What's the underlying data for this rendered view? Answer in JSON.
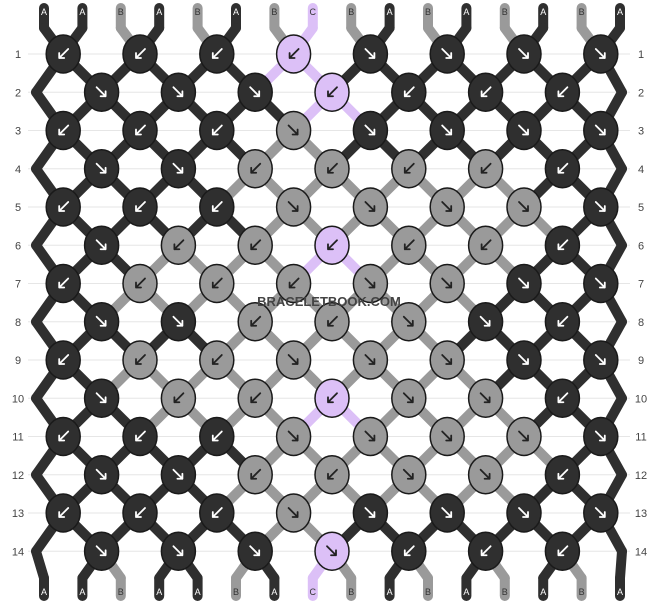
{
  "watermark": "BRACELETBOOK.COM",
  "colors": {
    "A": "#2f2f2f",
    "B": "#9a9a9a",
    "C": "#dcc0f7"
  },
  "strings_top": [
    "A",
    "A",
    "B",
    "A",
    "B",
    "A",
    "B",
    "C",
    "B",
    "A",
    "B",
    "A",
    "B",
    "A",
    "B",
    "A"
  ],
  "strings_bottom": [
    "A",
    "A",
    "B",
    "A",
    "A",
    "B",
    "A",
    "C",
    "B",
    "A",
    "B",
    "A",
    "B",
    "A",
    "B",
    "A"
  ],
  "row_numbers": [
    "1",
    "2",
    "3",
    "4",
    "5",
    "6",
    "7",
    "8",
    "9",
    "10",
    "11",
    "12",
    "13",
    "14"
  ],
  "knots": [
    [
      {
        "c": "A",
        "d": "b"
      },
      {
        "c": "A",
        "d": "b"
      },
      {
        "c": "A",
        "d": "b"
      },
      {
        "c": "C",
        "d": "b"
      },
      {
        "c": "A",
        "d": "f"
      },
      {
        "c": "A",
        "d": "f"
      },
      {
        "c": "A",
        "d": "f"
      },
      {
        "c": "A",
        "d": "f"
      }
    ],
    [
      {
        "c": "A",
        "d": "f"
      },
      {
        "c": "A",
        "d": "f"
      },
      {
        "c": "A",
        "d": "f"
      },
      {
        "c": "C",
        "d": "b"
      },
      {
        "c": "A",
        "d": "b"
      },
      {
        "c": "A",
        "d": "b"
      },
      {
        "c": "A",
        "d": "b"
      }
    ],
    [
      {
        "c": "A",
        "d": "b"
      },
      {
        "c": "A",
        "d": "b"
      },
      {
        "c": "A",
        "d": "b"
      },
      {
        "c": "B",
        "d": "f"
      },
      {
        "c": "A",
        "d": "f"
      },
      {
        "c": "A",
        "d": "f"
      },
      {
        "c": "A",
        "d": "f"
      },
      {
        "c": "A",
        "d": "f"
      }
    ],
    [
      {
        "c": "A",
        "d": "f"
      },
      {
        "c": "A",
        "d": "f"
      },
      {
        "c": "B",
        "d": "b"
      },
      {
        "c": "B",
        "d": "b"
      },
      {
        "c": "B",
        "d": "b"
      },
      {
        "c": "B",
        "d": "b"
      },
      {
        "c": "A",
        "d": "b"
      }
    ],
    [
      {
        "c": "A",
        "d": "b"
      },
      {
        "c": "A",
        "d": "b"
      },
      {
        "c": "A",
        "d": "b"
      },
      {
        "c": "B",
        "d": "f"
      },
      {
        "c": "B",
        "d": "f"
      },
      {
        "c": "B",
        "d": "f"
      },
      {
        "c": "B",
        "d": "f"
      },
      {
        "c": "A",
        "d": "f"
      }
    ],
    [
      {
        "c": "A",
        "d": "f"
      },
      {
        "c": "B",
        "d": "b"
      },
      {
        "c": "B",
        "d": "b"
      },
      {
        "c": "C",
        "d": "b"
      },
      {
        "c": "B",
        "d": "b"
      },
      {
        "c": "B",
        "d": "b"
      },
      {
        "c": "A",
        "d": "b"
      }
    ],
    [
      {
        "c": "A",
        "d": "b"
      },
      {
        "c": "B",
        "d": "b"
      },
      {
        "c": "B",
        "d": "b"
      },
      {
        "c": "B",
        "d": "b"
      },
      {
        "c": "B",
        "d": "f"
      },
      {
        "c": "B",
        "d": "f"
      },
      {
        "c": "A",
        "d": "f"
      },
      {
        "c": "A",
        "d": "f"
      }
    ],
    [
      {
        "c": "A",
        "d": "f"
      },
      {
        "c": "A",
        "d": "f"
      },
      {
        "c": "B",
        "d": "b"
      },
      {
        "c": "B",
        "d": "b"
      },
      {
        "c": "B",
        "d": "f"
      },
      {
        "c": "A",
        "d": "f"
      },
      {
        "c": "A",
        "d": "b"
      }
    ],
    [
      {
        "c": "A",
        "d": "b"
      },
      {
        "c": "B",
        "d": "b"
      },
      {
        "c": "B",
        "d": "b"
      },
      {
        "c": "B",
        "d": "f"
      },
      {
        "c": "B",
        "d": "f"
      },
      {
        "c": "B",
        "d": "f"
      },
      {
        "c": "A",
        "d": "f"
      },
      {
        "c": "A",
        "d": "f"
      }
    ],
    [
      {
        "c": "A",
        "d": "f"
      },
      {
        "c": "B",
        "d": "b"
      },
      {
        "c": "B",
        "d": "b"
      },
      {
        "c": "C",
        "d": "b"
      },
      {
        "c": "B",
        "d": "f"
      },
      {
        "c": "B",
        "d": "f"
      },
      {
        "c": "A",
        "d": "b"
      }
    ],
    [
      {
        "c": "A",
        "d": "b"
      },
      {
        "c": "A",
        "d": "b"
      },
      {
        "c": "A",
        "d": "b"
      },
      {
        "c": "B",
        "d": "f"
      },
      {
        "c": "B",
        "d": "f"
      },
      {
        "c": "B",
        "d": "f"
      },
      {
        "c": "B",
        "d": "f"
      },
      {
        "c": "A",
        "d": "f"
      }
    ],
    [
      {
        "c": "A",
        "d": "f"
      },
      {
        "c": "A",
        "d": "f"
      },
      {
        "c": "B",
        "d": "b"
      },
      {
        "c": "B",
        "d": "b"
      },
      {
        "c": "B",
        "d": "f"
      },
      {
        "c": "B",
        "d": "f"
      },
      {
        "c": "A",
        "d": "b"
      }
    ],
    [
      {
        "c": "A",
        "d": "b"
      },
      {
        "c": "A",
        "d": "b"
      },
      {
        "c": "A",
        "d": "b"
      },
      {
        "c": "B",
        "d": "f"
      },
      {
        "c": "A",
        "d": "f"
      },
      {
        "c": "A",
        "d": "f"
      },
      {
        "c": "A",
        "d": "f"
      },
      {
        "c": "A",
        "d": "f"
      }
    ],
    [
      {
        "c": "A",
        "d": "f"
      },
      {
        "c": "A",
        "d": "f"
      },
      {
        "c": "A",
        "d": "f"
      },
      {
        "c": "C",
        "d": "f"
      },
      {
        "c": "A",
        "d": "b"
      },
      {
        "c": "A",
        "d": "b"
      },
      {
        "c": "A",
        "d": "b"
      }
    ]
  ]
}
